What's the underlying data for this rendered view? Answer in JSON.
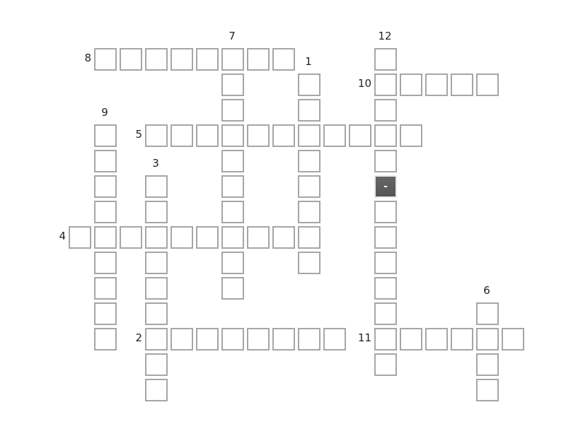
{
  "puzzle": {
    "words": [
      {
        "number": "8",
        "direction": "across",
        "row": 0,
        "col": 1,
        "length": 8
      },
      {
        "number": "7",
        "direction": "down",
        "row": 0,
        "col": 6,
        "length": 10
      },
      {
        "number": "1",
        "direction": "down",
        "row": 1,
        "col": 9,
        "length": 8
      },
      {
        "number": "12",
        "direction": "down",
        "row": 0,
        "col": 12,
        "length": 13
      },
      {
        "number": "10",
        "direction": "across",
        "row": 1,
        "col": 12,
        "length": 5
      },
      {
        "number": "9",
        "direction": "down",
        "row": 3,
        "col": 1,
        "length": 9
      },
      {
        "number": "5",
        "direction": "across",
        "row": 3,
        "col": 3,
        "length": 11
      },
      {
        "number": "3",
        "direction": "down",
        "row": 5,
        "col": 3,
        "length": 9
      },
      {
        "number": "4",
        "direction": "across",
        "row": 7,
        "col": 0,
        "length": 10
      },
      {
        "number": "2",
        "direction": "across",
        "row": 11,
        "col": 3,
        "length": 8
      },
      {
        "number": "11",
        "direction": "across",
        "row": 11,
        "col": 12,
        "length": 6
      },
      {
        "number": "6",
        "direction": "down",
        "row": 10,
        "col": 16,
        "length": 4
      }
    ],
    "filled_cells": [
      {
        "row": 5,
        "col": 12,
        "letter": "-"
      }
    ]
  }
}
